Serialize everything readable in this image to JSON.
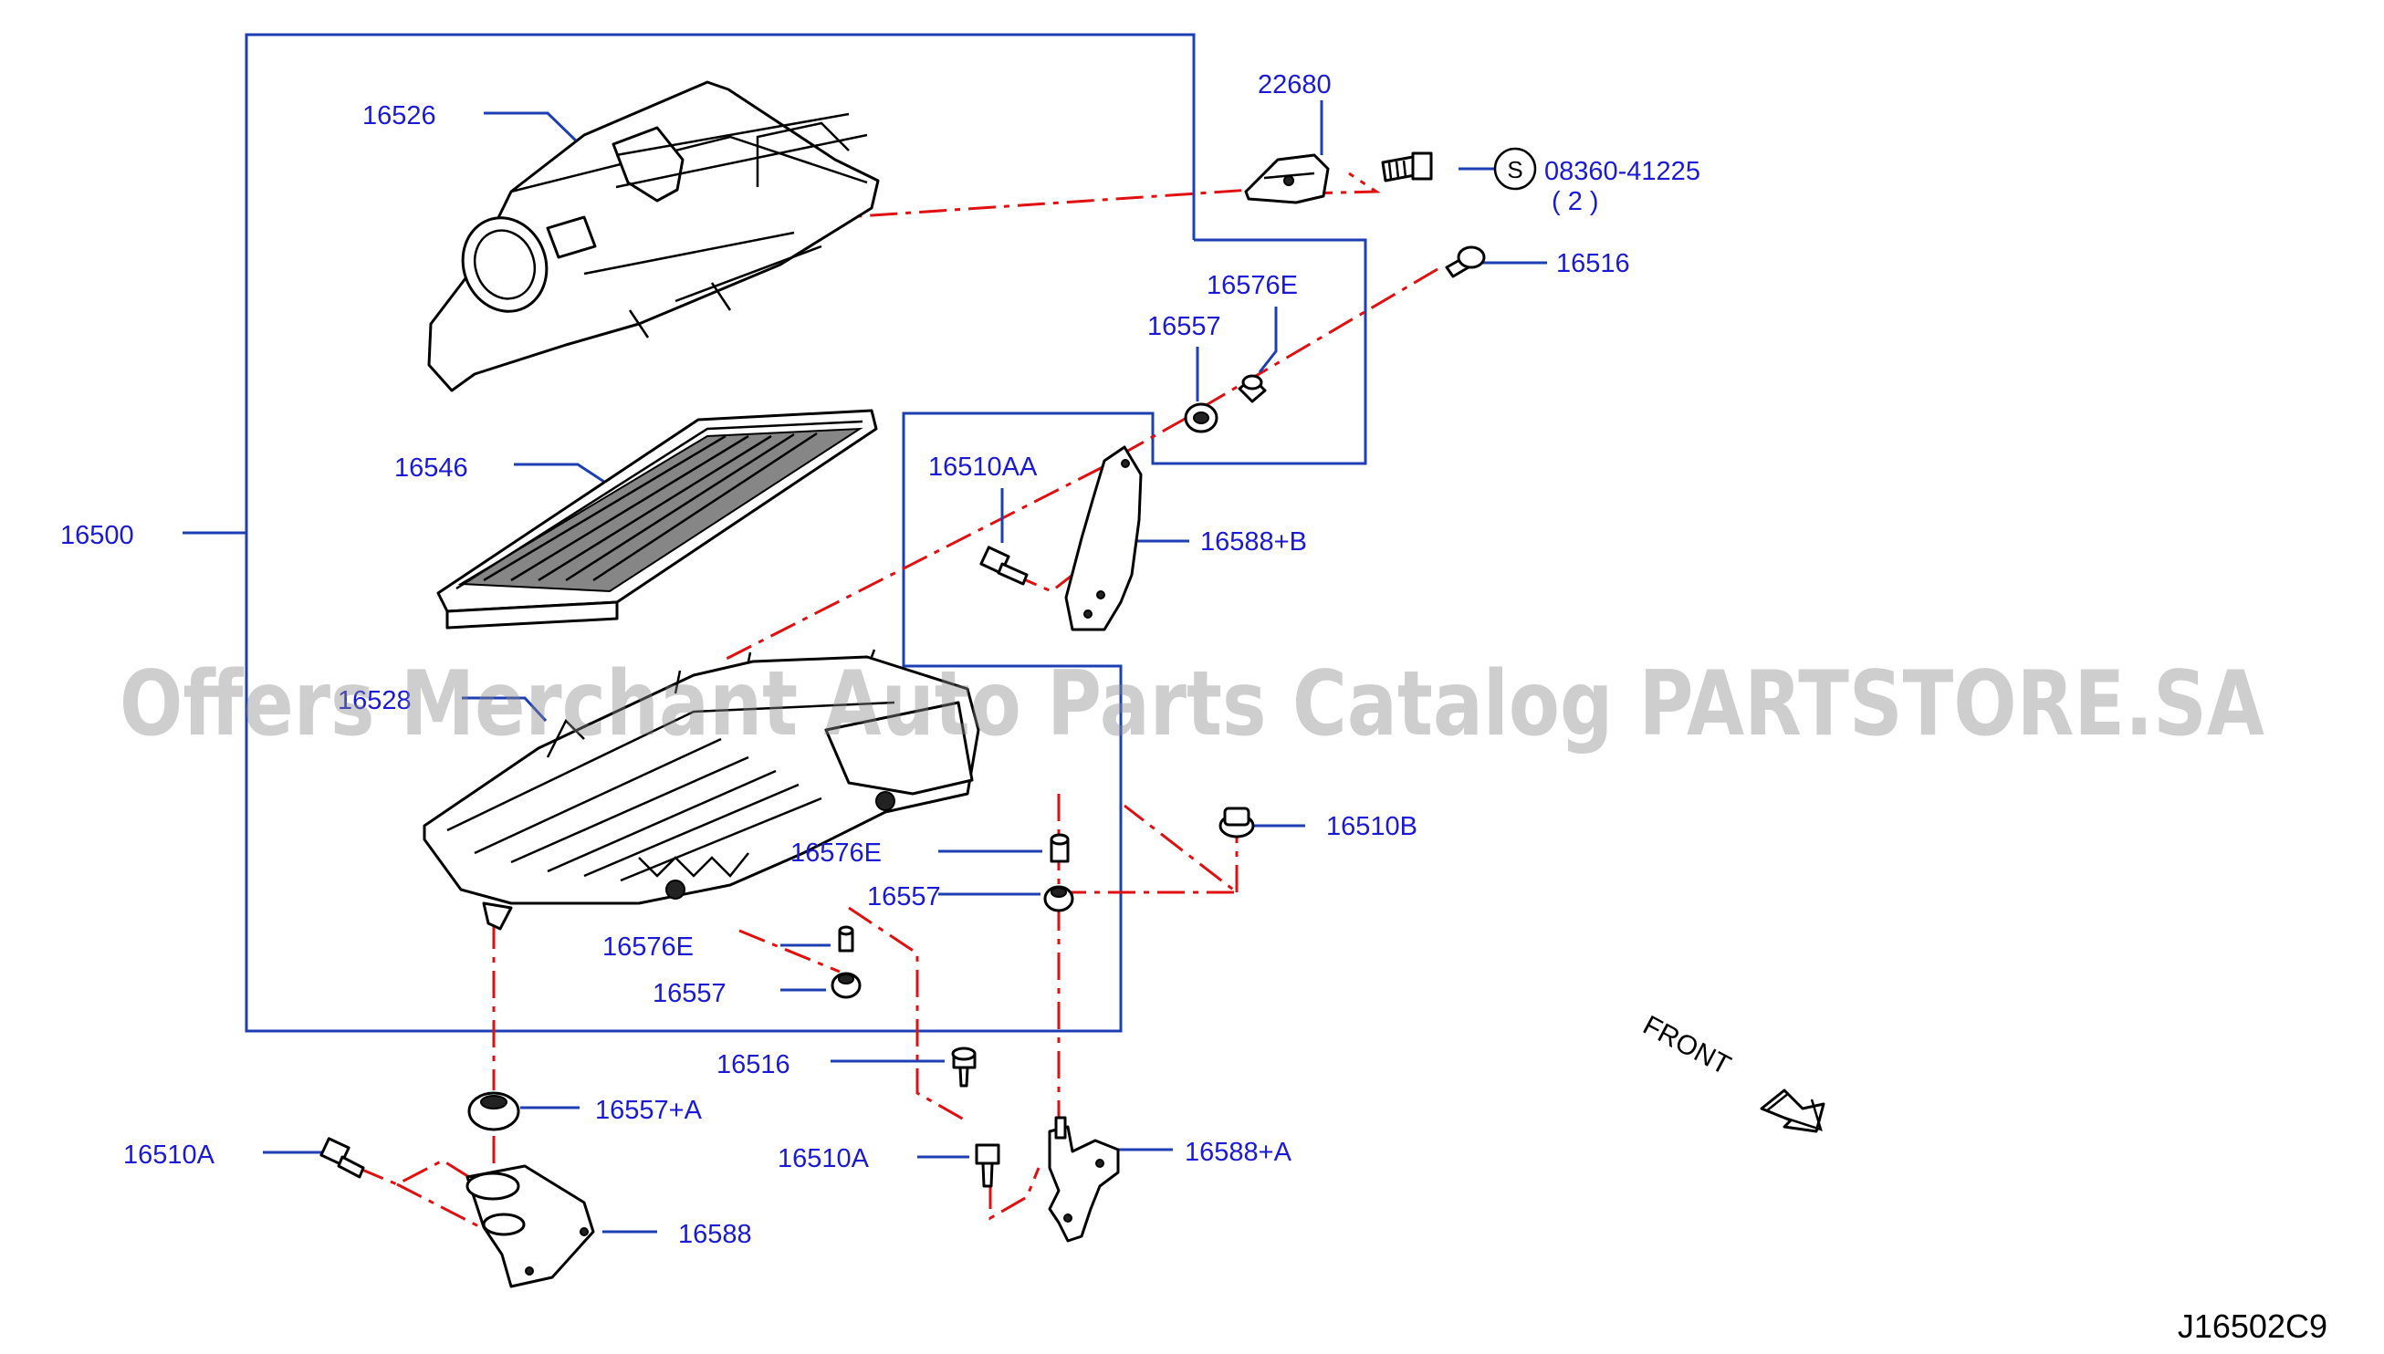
{
  "diagram_code": "J16502C9",
  "watermark": "Offers Merchant Auto Parts Catalog PARTSTORE.SA",
  "front_label": "FRONT",
  "callouts": {
    "p16526": "16526",
    "p16546": "16546",
    "p16500": "16500",
    "p16528": "16528",
    "p22680": "22680",
    "p08360": "08360-41225",
    "p08360_qty": "( 2 )",
    "p08360_symbol": "S",
    "p16516_top": "16516",
    "p16576E_top": "16576E",
    "p16557_top": "16557",
    "p16510AA": "16510AA",
    "p16588B": "16588+B",
    "p16510B": "16510B",
    "p16576E_mid": "16576E",
    "p16557_mid": "16557",
    "p16576E_low": "16576E",
    "p16557_low": "16557",
    "p16516_low": "16516",
    "p16557A": "16557+A",
    "p16510A_left": "16510A",
    "p16510A_mid": "16510A",
    "p16588A": "16588+A",
    "p16588": "16588"
  },
  "colors": {
    "label": "#1a1ad6",
    "frame": "#1e3fb4",
    "dash": "#e01010",
    "ink": "#000000"
  }
}
